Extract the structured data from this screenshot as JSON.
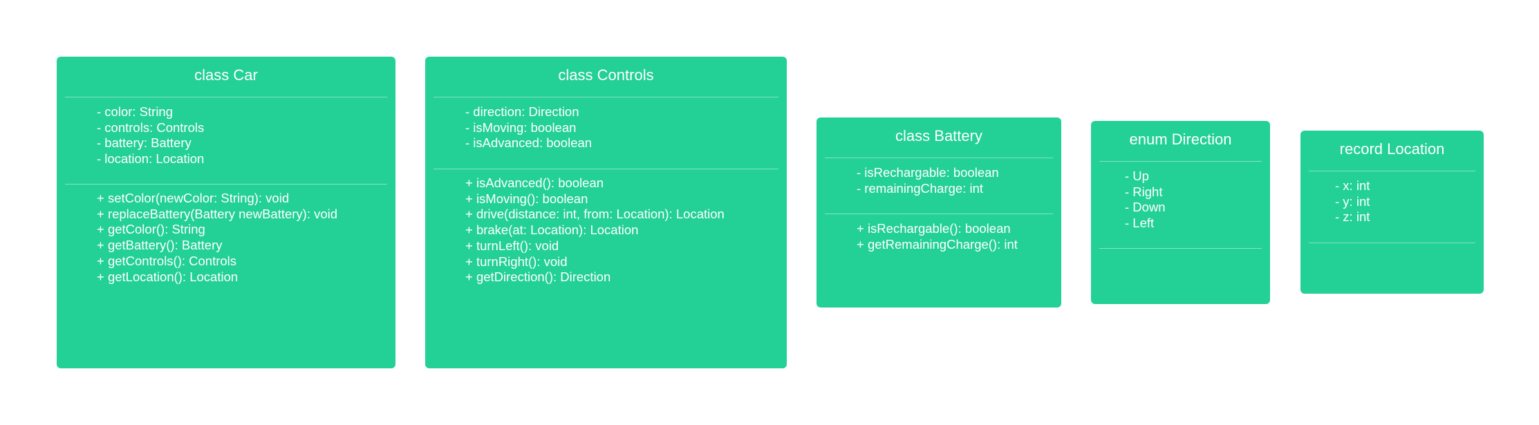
{
  "diagram": {
    "colors": {
      "box_fill": "#23d096",
      "text": "#ffffff",
      "divider": "#ffffff",
      "background": "#ffffff"
    },
    "boxes": [
      {
        "title": "class Car",
        "fields": [
          "- color: String",
          "- controls: Controls",
          "- battery: Battery",
          "- location: Location"
        ],
        "methods": [
          "+ setColor(newColor: String): void",
          "+ replaceBattery(Battery newBattery): void",
          "+ getColor(): String",
          "+ getBattery(): Battery",
          "+ getControls(): Controls",
          "+ getLocation(): Location"
        ]
      },
      {
        "title": "class Controls",
        "fields": [
          "- direction: Direction",
          "- isMoving: boolean",
          "- isAdvanced: boolean"
        ],
        "methods": [
          "+ isAdvanced(): boolean",
          "+ isMoving(): boolean",
          "+ drive(distance: int, from: Location): Location",
          "+ brake(at: Location): Location",
          "+ turnLeft(): void",
          "+ turnRight(): void",
          "+ getDirection(): Direction"
        ]
      },
      {
        "title": "class Battery",
        "fields": [
          "- isRechargable: boolean",
          "- remainingCharge: int"
        ],
        "methods": [
          "+ isRechargable(): boolean",
          "+ getRemainingCharge(): int"
        ]
      },
      {
        "title": "enum Direction",
        "fields": [
          "- Up",
          "- Right",
          "- Down",
          "- Left"
        ],
        "methods": []
      },
      {
        "title": "record Location",
        "fields": [
          "- x: int",
          "- y: int",
          "- z: int"
        ],
        "methods": []
      }
    ]
  }
}
